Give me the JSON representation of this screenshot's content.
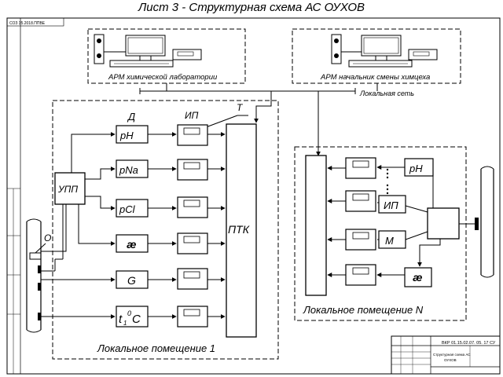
{
  "page_title": "Лист 3 - Структурная схема АС ОУХОВ",
  "arm": {
    "lab_label": "АРМ химической лаборатории",
    "shift_label": "АРМ начальник смены химцеха",
    "network_label": "Локальная сеть"
  },
  "room1": {
    "caption": "Локальное помещение 1",
    "upp": "УПП",
    "ptk": "ПТК",
    "d_label": "Д",
    "ip_label": "ИП",
    "t_label": "Т",
    "o_label": "О",
    "sensors": [
      "pH",
      "pNa",
      "pCl",
      "æ",
      "G"
    ],
    "temp_sensor": {
      "t": "t",
      "sub": "1",
      "sup": "0",
      "unit": "C"
    }
  },
  "roomN": {
    "caption": "Локальное помещение N",
    "ph": "pH",
    "ip": "ИП",
    "m": "М",
    "ae": "æ"
  },
  "stamp": {
    "doc_code": "ВКР 01.15.02.07. 05. 17 СУ",
    "title_line1": "Структурная схема АС",
    "title_line2": "ОУХОВ",
    "left_margin_code": "СОЗ 35.2018.ППВЕ"
  }
}
